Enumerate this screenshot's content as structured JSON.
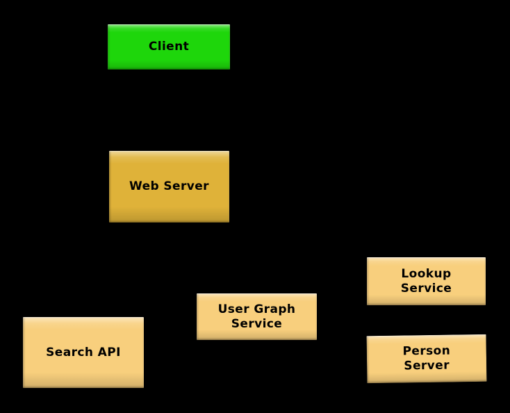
{
  "diagram": {
    "background_color": "#000000",
    "text_color": "#000000",
    "colors": {
      "client_green": "#1ED60B",
      "web_server_gold": "#DFB239",
      "service_tan": "#F8CF7D"
    },
    "nodes": [
      {
        "id": "client",
        "label": "Client",
        "fill": "#1ED60B"
      },
      {
        "id": "web-server",
        "label": "Web Server",
        "fill": "#DFB239"
      },
      {
        "id": "search-api",
        "label": "Search API",
        "fill": "#F8CF7D"
      },
      {
        "id": "user-graph-service",
        "label": "User Graph\nService",
        "fill": "#F8CF7D"
      },
      {
        "id": "lookup-service",
        "label": "Lookup\nService",
        "fill": "#F8CF7D"
      },
      {
        "id": "person-server",
        "label": "Person\nServer",
        "fill": "#F8CF7D"
      }
    ]
  }
}
